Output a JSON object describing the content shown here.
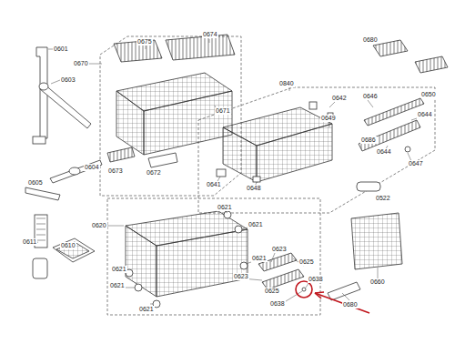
{
  "diagram": {
    "labels": [
      "0601",
      "0670",
      "0675",
      "0674",
      "0603",
      "0671",
      "0840",
      "0680",
      "0650",
      "0642",
      "0646",
      "0649",
      "0644",
      "0686",
      "0644",
      "0647",
      "0673",
      "0672",
      "0604",
      "0605",
      "0641",
      "0648",
      "0522",
      "0620",
      "0621",
      "0621",
      "0611",
      "0610",
      "0623",
      "0625",
      "0621",
      "0621",
      "0623",
      "0638",
      "0621",
      "0621",
      "0625",
      "0638",
      "0660",
      "0680"
    ]
  }
}
